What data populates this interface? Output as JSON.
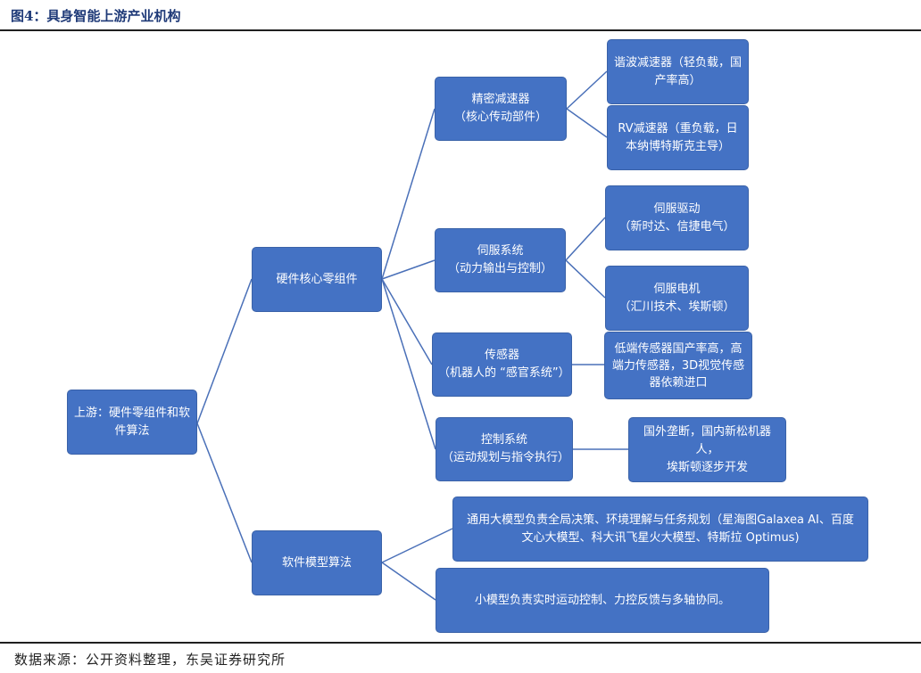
{
  "title": "图4：具身智能上游产业机构",
  "source": "数据来源：公开资料整理，东吴证券研究所",
  "nodes": {
    "root": {
      "l1": "上游：硬件零组件和软",
      "l2": "件算法"
    },
    "hardware": {
      "l1": "硬件核心零组件"
    },
    "software": {
      "l1": "软件模型算法"
    },
    "reducer": {
      "l1": "精密减速器",
      "l2": "（核心传动部件）"
    },
    "servo": {
      "l1": "伺服系统",
      "l2": "（动力输出与控制）"
    },
    "sensor": {
      "l1": "传感器",
      "l2": "（机器人的 “感官系统”）"
    },
    "control": {
      "l1": "控制系统",
      "l2": "（运动规划与指令执行）"
    },
    "harmonic": {
      "l1": "谐波减速器（轻负载，国",
      "l2": "产率高）"
    },
    "rv": {
      "l1": "RV减速器（重负载，日",
      "l2": "本纳博特斯克主导）"
    },
    "servo_drive": {
      "l1": "伺服驱动",
      "l2": "（新时达、信捷电气）"
    },
    "servo_motor": {
      "l1": "伺服电机",
      "l2": "（汇川技术、埃斯顿）"
    },
    "sensor_detail": {
      "l1": "低端传感器国产率高，高",
      "l2": "端力传感器，3D视觉传感",
      "l3": "器依赖进口"
    },
    "control_detail": {
      "l1": "国外垄断，国内新松机器人，",
      "l2": "埃斯顿逐步开发"
    },
    "large_model": {
      "l1": "通用大模型负责全局决策、环境理解与任务规划（星海图Galaxea AI、百度",
      "l2": "文心大模型、科大讯飞星火大模型、特斯拉 Optimus)"
    },
    "small_model": {
      "l1": "小模型负责实时运动控制、力控反馈与多轴协同。"
    }
  }
}
